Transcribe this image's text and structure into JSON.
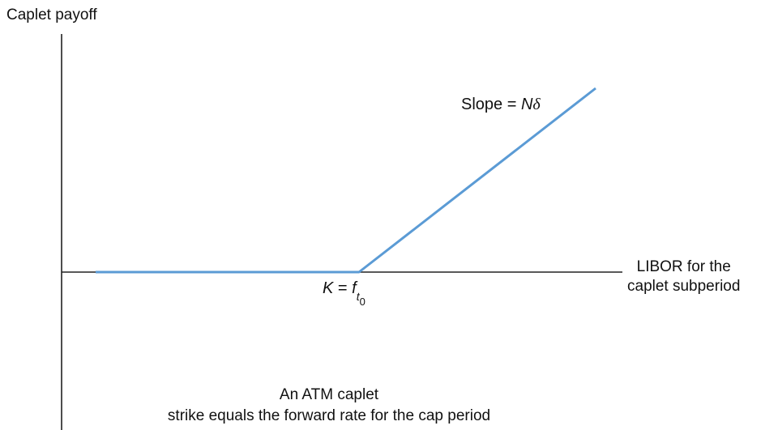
{
  "diagram": {
    "y_axis_label": "Caplet payoff",
    "x_axis_label_line1": "LIBOR for the",
    "x_axis_label_line2": "caplet subperiod",
    "slope_text": "Slope",
    "slope_equals": " = ",
    "slope_N": "N",
    "slope_delta": "δ",
    "strike_K": "K",
    "strike_equals": " = ",
    "strike_f": "f",
    "strike_sub_t": "t",
    "strike_sub_0": "0",
    "caption_line1": "An ATM caplet",
    "caption_line2": "strike equals the forward rate for the cap period",
    "colors": {
      "payoff_line": "#5b9bd5",
      "axes": "#222222"
    }
  }
}
